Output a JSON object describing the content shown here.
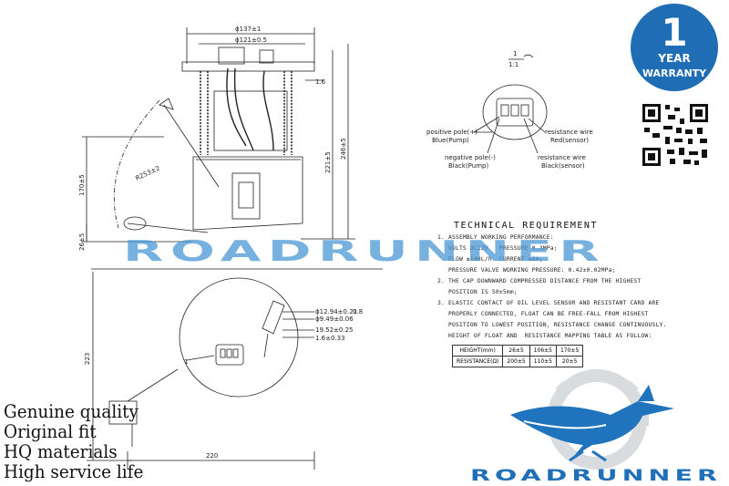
{
  "brand": {
    "name": "ROADRUNNER",
    "watermark": "ROADRUNNER",
    "accent": "#3a8fd4",
    "dark_blue": "#1d6fb8"
  },
  "warranty": {
    "number": "1",
    "line1": "YEAR",
    "line2": "WARRANTY",
    "color": "#1f6eb5"
  },
  "drawing": {
    "dims_top": [
      "ϕ137±1",
      "ϕ121±0.5"
    ],
    "dim_1_6": "1.6",
    "dim_221": "221±5",
    "dim_246": "246±5",
    "dim_170": "170±5",
    "dim_26": "26±5",
    "dim_r253": "R253±2",
    "dim_223": "223",
    "dim_220": "220",
    "callout_1": "1",
    "port_dims": [
      "ϕ12.94±0.21",
      "ϕ9.49±0.06",
      "19.52±0.25",
      "1.6±0.33"
    ],
    "port_dim_08": "0.8",
    "scale_num": "1",
    "scale_den": "1:1"
  },
  "connector": {
    "positive_pole": "positive pole(+)",
    "positive_pole_sub": "Blue(Pump)",
    "negative_pole": "negative pole(-)",
    "negative_pole_sub": "Black(Pump)",
    "resistance_red": "resistance wire",
    "resistance_red_sub": "Red(sensor)",
    "resistance_black": "resistance wire",
    "resistance_black_sub": "Black(sensor)"
  },
  "technical": {
    "title": "TECHNICAL REQUIREMENT",
    "lines": [
      "1. ASSEMBLY WORKING PERFORMANCE:",
      "   VOLTS DC12V   PRESSURE 0.3MPa;",
      "   FLOW ≥140L/h  CURRENT ≤8A;",
      "   PRESSURE VALVE WORKING PRESSURE: 0.42±0.02MPa;",
      "2. THE CAP DOWNWARD COMPRESSED DISTANCE FROM THE HIGHEST",
      "   POSITION IS 50±5mm;",
      "3. ELASTIC CONTACT OF OIL LEVEL SENSOR AND RESISTANT CARD ARE",
      "   PROPERLY CONNECTED, FLOAT CAN BE FREE-FALL FROM HIGHEST",
      "   POSITION TO LOWEST POSITION, RESISTANCE CHANGE CONTINUOUSLY.",
      "   HEIGHT OF FLOAT AND  RESISTANCE MAPPING TABLE AS FOLLOW:"
    ],
    "table": {
      "rows": [
        [
          "HEIGHT(mm)",
          "26±5",
          "106±5",
          "170±5"
        ],
        [
          "RESISTANCE(Ω)",
          "200±5",
          "110±5",
          "20±5"
        ]
      ]
    }
  },
  "features": [
    "Genuine quality",
    "Original fit",
    "HQ materials",
    "High service life"
  ]
}
